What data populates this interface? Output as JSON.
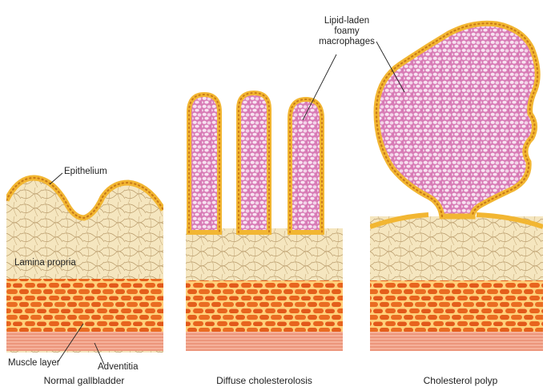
{
  "labels": {
    "epithelium": "Epithelium",
    "lamina_propria": "Lamina propria",
    "muscle_layer": "Muscle layer",
    "adventitia": "Adventitia",
    "macrophages": [
      "Lipid-laden",
      "foamy",
      "macrophages"
    ]
  },
  "captions": {
    "normal": "Normal gallbladder",
    "diffuse": "Diffuse cholesterolosis",
    "polyp": "Cholesterol polyp"
  },
  "colors": {
    "epithelium": "#f2b632",
    "epithelium_dots": "#c97a18",
    "lamina": "#f5e6bf",
    "lamina_fibers": "#b89a6a",
    "muscle": "#e8641e",
    "muscle_lines": "#ffd28a",
    "adventitia": "#f4a98f",
    "foam": "#e6a2cc",
    "foam_cells": "#f7e4f1"
  }
}
